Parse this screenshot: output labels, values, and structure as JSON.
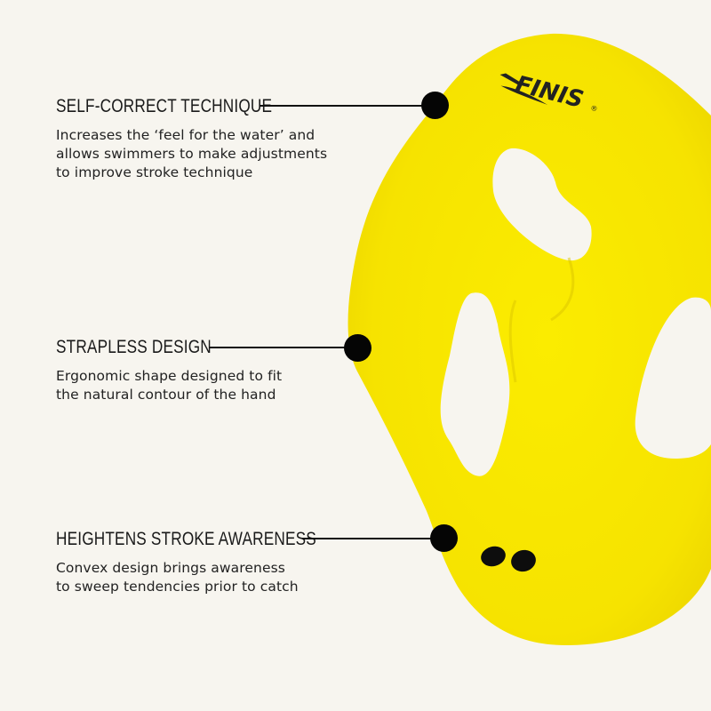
{
  "brand": {
    "logo_text": "FINIS",
    "registered_mark": "®"
  },
  "product": {
    "name": "hand paddle",
    "color": "#f7e600",
    "background": "#f7f5ef"
  },
  "features": [
    {
      "title": "SELF-CORRECT TECHNIQUE",
      "description_lines": [
        "Increases the ‘feel for the water’ and",
        "allows swimmers to make adjustments",
        "to improve stroke technique"
      ]
    },
    {
      "title": "STRAPLESS DESIGN",
      "description_lines": [
        "Ergonomic shape designed to fit",
        "the natural contour of the hand"
      ]
    },
    {
      "title": "HEIGHTENS STROKE AWARENESS",
      "description_lines": [
        "Convex design brings awareness",
        "to sweep tendencies prior to catch"
      ]
    }
  ]
}
